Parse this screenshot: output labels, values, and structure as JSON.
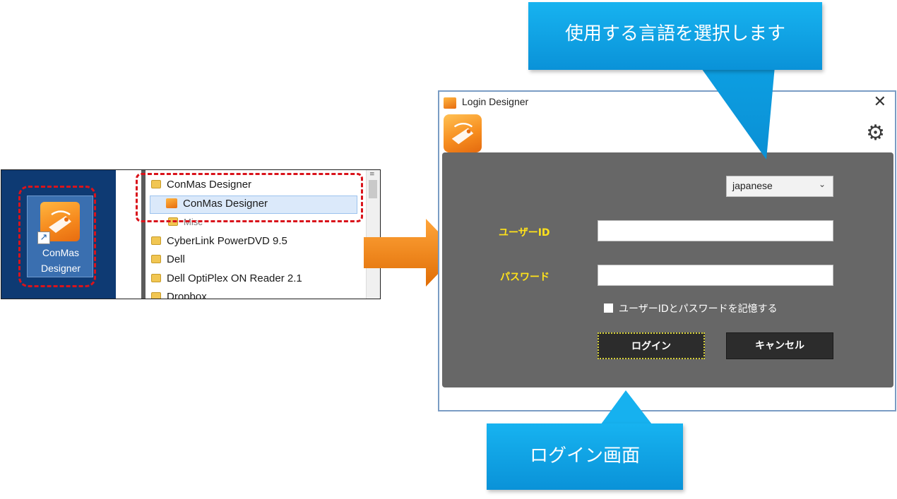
{
  "desktop": {
    "shortcut": {
      "label_line1": "ConMas",
      "label_line2": "Designer",
      "icon": "conmas-app-icon"
    }
  },
  "start_menu": {
    "items": [
      {
        "label": "ConMas Designer",
        "type": "folder"
      },
      {
        "label": "ConMas Designer",
        "type": "app",
        "selected": true
      },
      {
        "label": "Misc",
        "type": "folder"
      },
      {
        "label": "CyberLink PowerDVD 9.5",
        "type": "folder"
      },
      {
        "label": "Dell",
        "type": "folder"
      },
      {
        "label": "Dell OptiPlex ON Reader 2.1",
        "type": "folder"
      },
      {
        "label": "Dropbox",
        "type": "folder"
      }
    ]
  },
  "login_window": {
    "title": "Login Designer",
    "close_glyph": "✕",
    "settings_icon": "gear-icon",
    "language": {
      "selected": "japanese"
    },
    "user_id_label": "ユーザーID",
    "password_label": "パスワード",
    "user_id_value": "",
    "password_value": "",
    "remember_label": "ユーザーIDとパスワードを記憶する",
    "remember_checked": false,
    "login_button": "ログイン",
    "cancel_button": "キャンセル"
  },
  "callouts": {
    "language": "使用する言語を選択します",
    "login_screen": "ログイン画面"
  },
  "colors": {
    "callout_blue": "#0fa6e6",
    "panel_gray": "#676767",
    "label_yellow": "#ffe21a",
    "highlight_red": "#d9131b",
    "arrow_orange": "#f28a12",
    "desktop_blue": "#0e3a73"
  }
}
